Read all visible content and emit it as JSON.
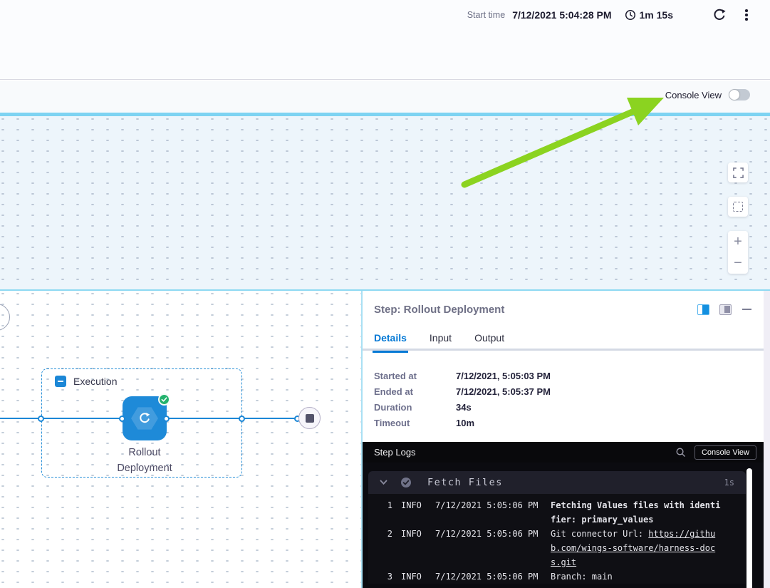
{
  "header": {
    "start_time_label": "Start time",
    "start_time_value": "7/12/2021 5:04:28 PM",
    "elapsed": "1m 15s"
  },
  "toolbar": {
    "console_view_label": "Console View"
  },
  "canvas": {
    "execution_group_label": "Execution",
    "node_label_line1": "Rollout",
    "node_label_line2": "Deployment",
    "zoom_in_label": "+",
    "zoom_out_label": "−"
  },
  "step_panel": {
    "title": "Step: Rollout Deployment",
    "tabs": [
      {
        "label": "Details"
      },
      {
        "label": "Input"
      },
      {
        "label": "Output"
      }
    ],
    "details": [
      {
        "label": "Started at",
        "value": "7/12/2021, 5:05:03 PM"
      },
      {
        "label": "Ended at",
        "value": "7/12/2021, 5:05:37 PM"
      },
      {
        "label": "Duration",
        "value": "34s"
      },
      {
        "label": "Timeout",
        "value": "10m"
      }
    ]
  },
  "step_logs": {
    "title": "Step Logs",
    "console_view_button": "Console View",
    "section": {
      "name": "Fetch Files",
      "duration": "1s"
    },
    "entries": [
      {
        "num": "1",
        "level": "INFO",
        "time": "7/12/2021 5:05:06 PM",
        "message": "Fetching Values files with identifier: primary_values"
      },
      {
        "num": "2",
        "level": "INFO",
        "time": "7/12/2021 5:05:06 PM",
        "message_prefix": "Git connector Url: ",
        "link": "https://github.com/wings-software/harness-docs.git"
      },
      {
        "num": "3",
        "level": "INFO",
        "time": "7/12/2021 5:05:06 PM",
        "message": "Branch: main"
      }
    ]
  },
  "colors": {
    "accent_blue": "#1e8ad8",
    "tab_blue": "#0278d5",
    "cyan_divider": "#7ed3f2",
    "success_green": "#23b26d",
    "annotation_green": "#8bd320",
    "console_bg": "#0b0b10"
  }
}
